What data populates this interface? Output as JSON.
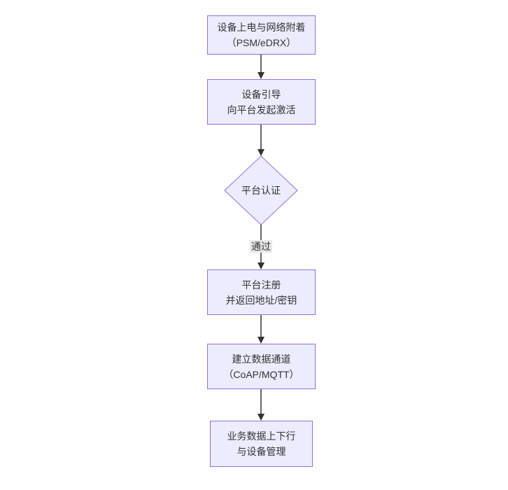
{
  "diagram": {
    "type": "flowchart",
    "direction": "top-down",
    "colors": {
      "background": "#ffffff",
      "node_fill": "#ECECFF",
      "node_border": "#9370DB",
      "text": "#333333",
      "arrow": "#333333",
      "edge_label_bg": "#e8e8e8"
    },
    "nodes": [
      {
        "shape": "rect",
        "lines": [
          "设备上电与网络附着",
          "（PSM/eDRX）"
        ]
      },
      {
        "shape": "rect",
        "lines": [
          "设备引导",
          "向平台发起激活"
        ]
      },
      {
        "shape": "diamond",
        "lines": [
          "平台认证"
        ]
      },
      {
        "shape": "rect",
        "lines": [
          "平台注册",
          "并返回地址/密钥"
        ]
      },
      {
        "shape": "rect",
        "lines": [
          "建立数据通道",
          "（CoAP/MQTT）"
        ]
      },
      {
        "shape": "rect",
        "lines": [
          "业务数据上下行",
          "与设备管理"
        ]
      }
    ],
    "edges": [
      {
        "from": 0,
        "to": 1,
        "label": ""
      },
      {
        "from": 1,
        "to": 2,
        "label": ""
      },
      {
        "from": 2,
        "to": 3,
        "label": "通过"
      },
      {
        "from": 3,
        "to": 4,
        "label": ""
      },
      {
        "from": 4,
        "to": 5,
        "label": ""
      }
    ]
  }
}
